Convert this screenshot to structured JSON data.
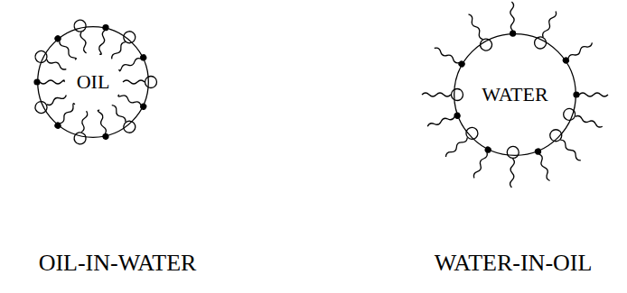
{
  "diagram": {
    "nodes": [
      {
        "text": [
          "OIL"
        ]
      },
      {
        "text": [
          "WATER"
        ]
      }
    ],
    "labels": [
      "OIL-IN-WATER",
      "WATER-IN-OIL"
    ]
  }
}
